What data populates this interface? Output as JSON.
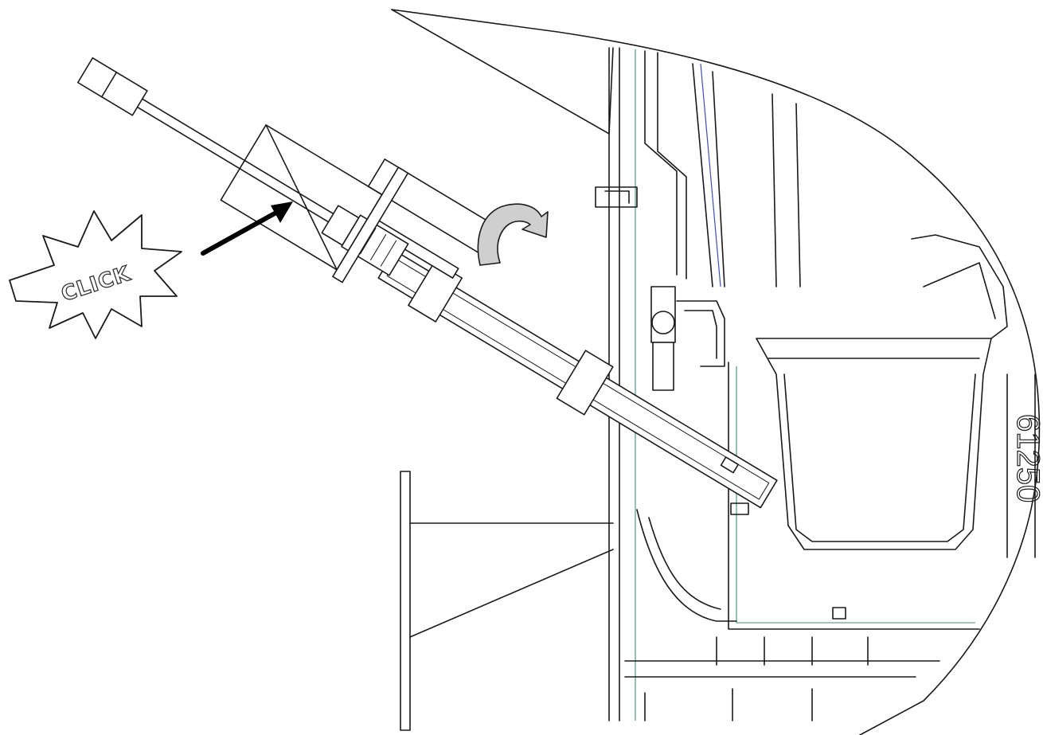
{
  "callout": {
    "label": "CLICK",
    "icon": "starburst-icon"
  },
  "part_marking": "61250",
  "arrows": [
    {
      "name": "insert-direction-arrow",
      "icon": "straight-arrow-icon"
    },
    {
      "name": "rotate-direction-arrow",
      "icon": "curved-arrow-icon"
    }
  ],
  "colors": {
    "line": "#1a1a1a",
    "accent_blue": "#3a4fb0",
    "accent_green": "#3f8f6a",
    "arrow_fill": "#cfcfcf"
  }
}
